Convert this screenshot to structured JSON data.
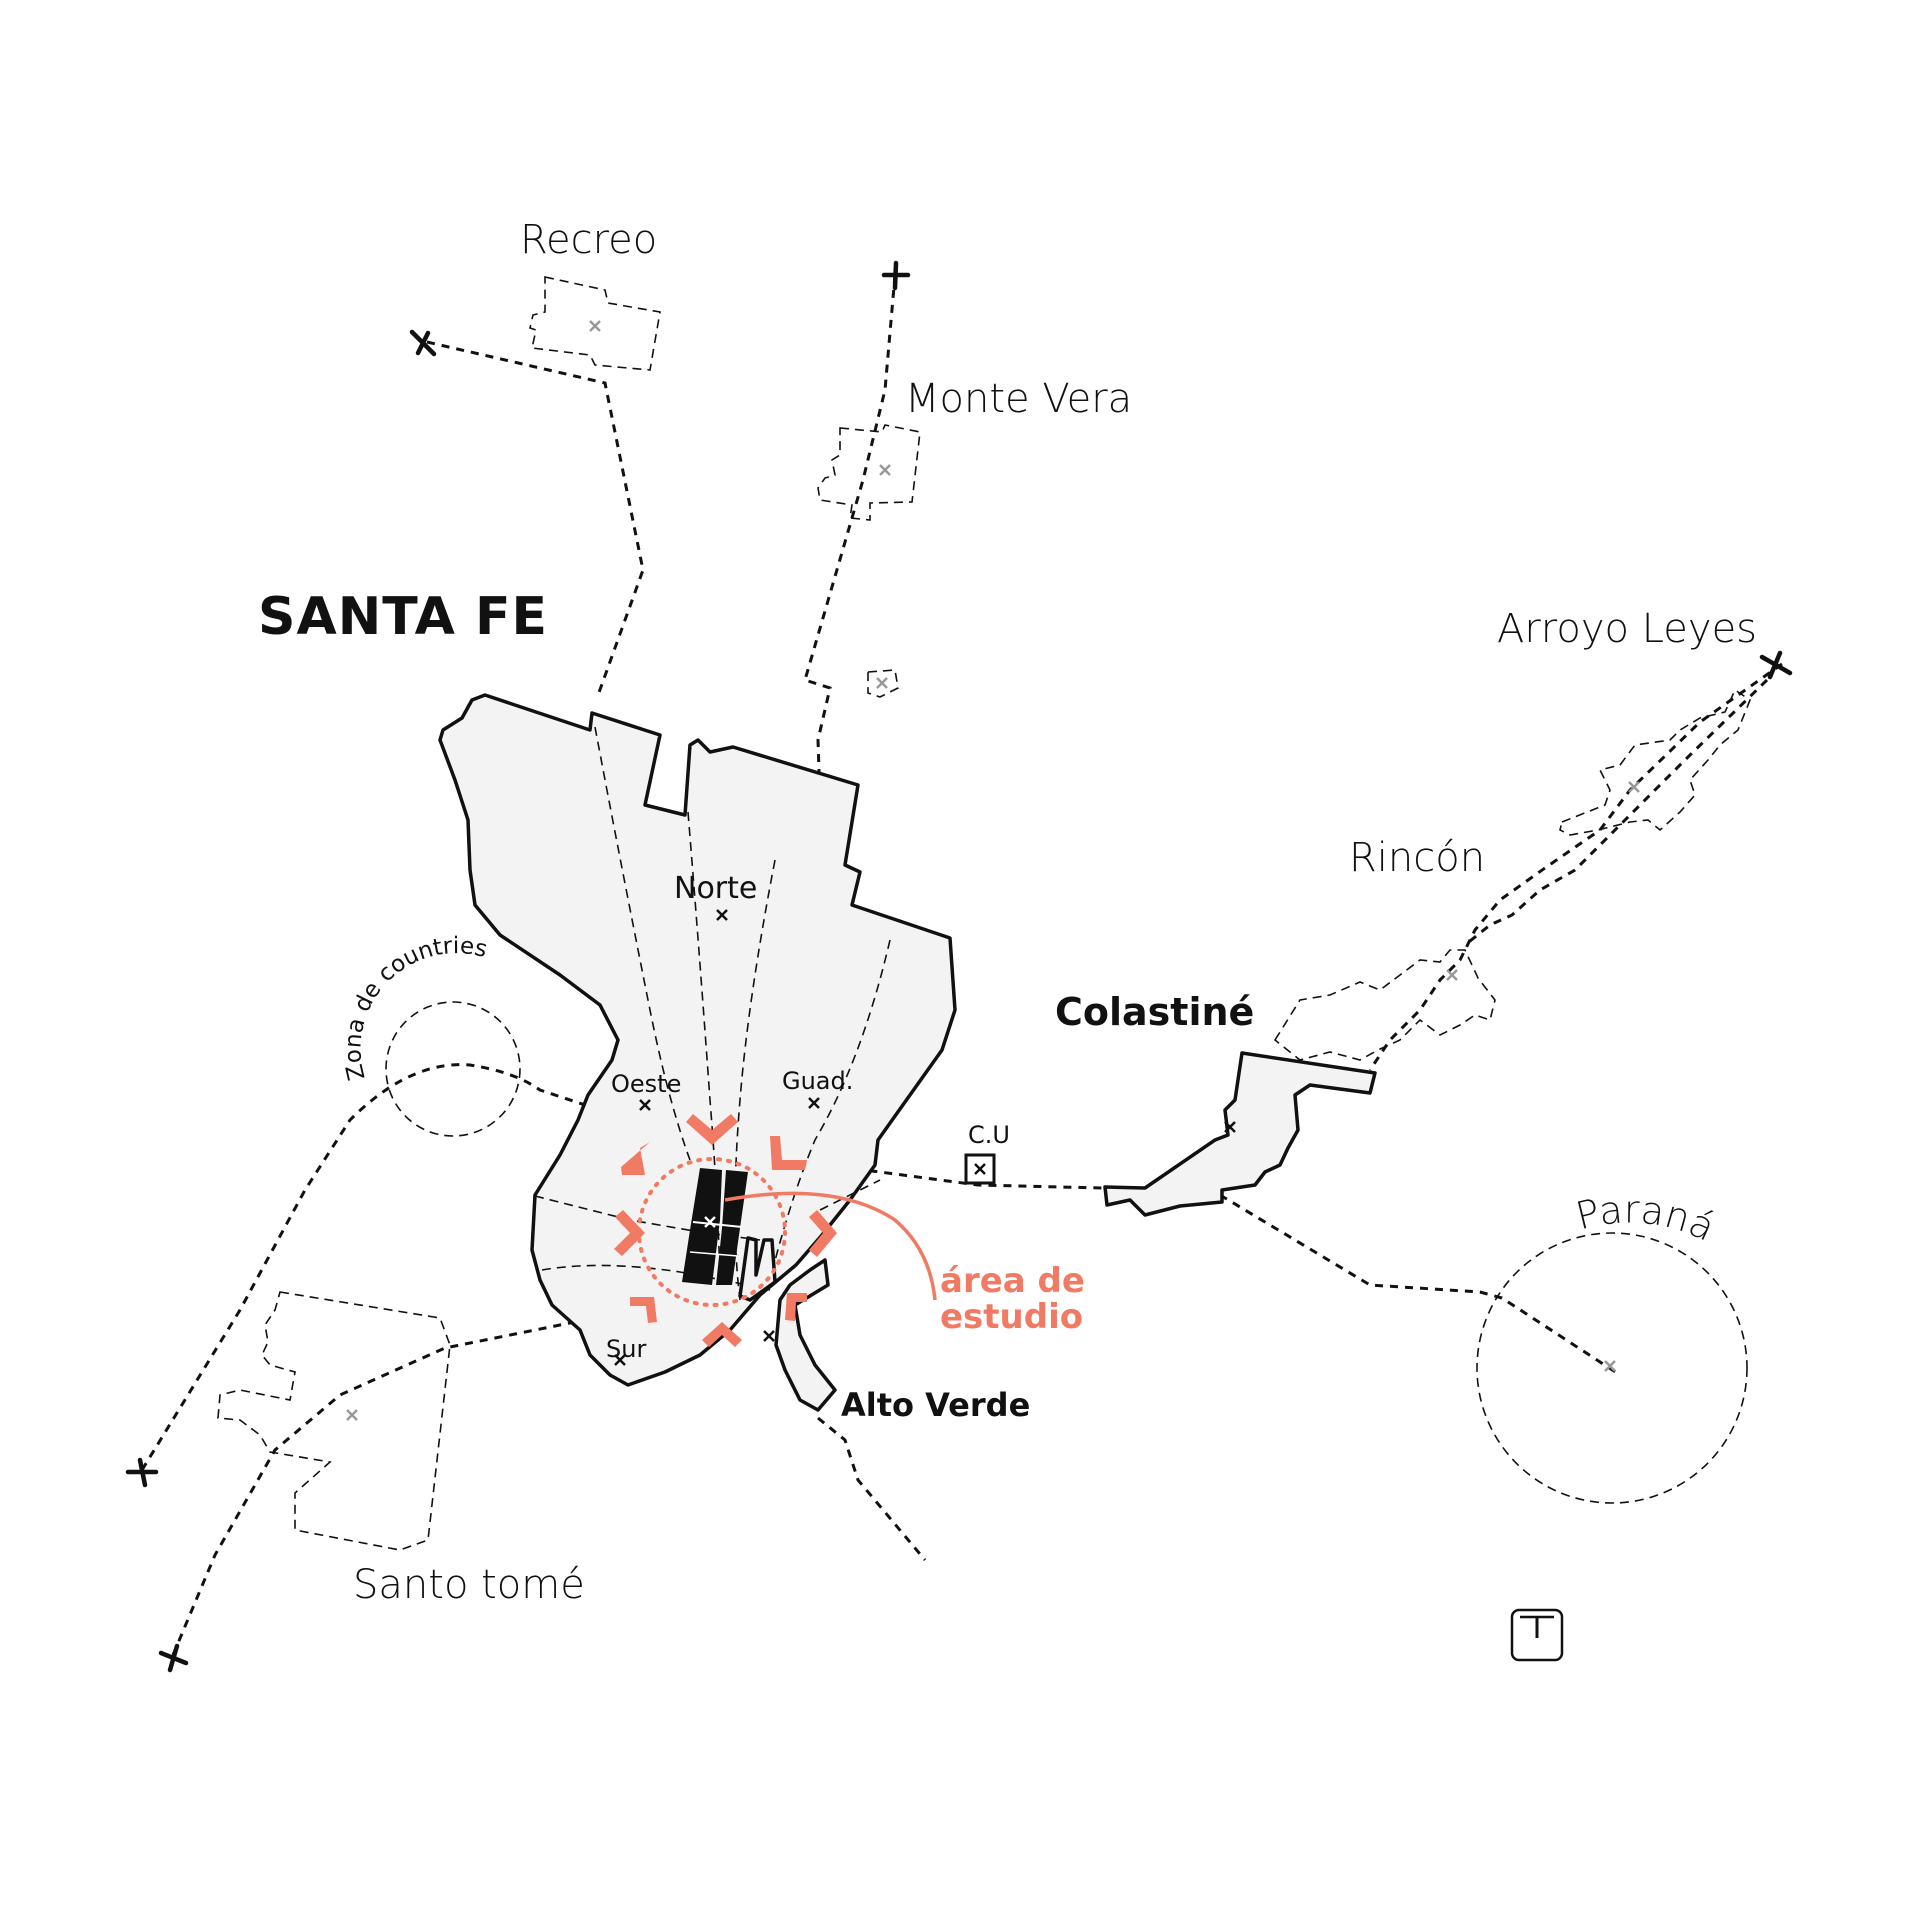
{
  "title": "SANTA FE",
  "places": {
    "recreo": "Recreo",
    "monte_vera": "Monte Vera",
    "arroyo_leyes": "Arroyo Leyes",
    "rincon": "Rincón",
    "colastine": "Colastiné",
    "parana": "Paraná",
    "alto_verde": "Alto Verde",
    "santo_tome": "Santo tomé",
    "cu": "C.U"
  },
  "districts": {
    "norte": "Norte",
    "oeste": "Oeste",
    "guad": "Guad.",
    "sur": "Sur"
  },
  "zona_countries": "Zona de countries",
  "study_area": {
    "line1": "área de",
    "line2": "estudio",
    "color": "#f07a63"
  },
  "north_icon": "north-arrow-icon"
}
